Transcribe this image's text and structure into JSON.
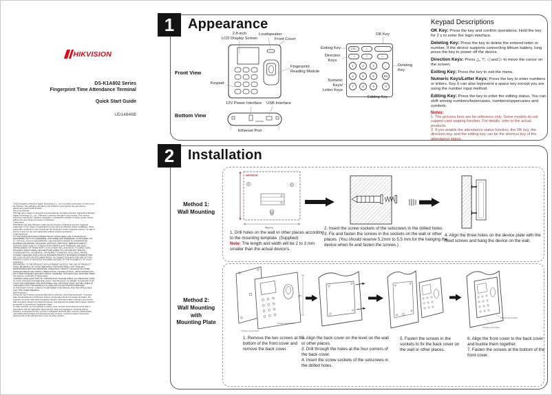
{
  "sidebar": {
    "brand": "HIKVISION",
    "brand_color": "#e30613",
    "series": "DS-K1A802 Series",
    "product": "Fingerprint Time Attendance Terminal",
    "doc_title": "Quick Start Guide",
    "doc_code": "UD14846B",
    "legal": "©2020 Hangzhou Hikvision Digital Technology Co., Ltd. It includes instructions on how to use the Product. The software embodied in the Product is governed by the user license agreement covering that Product.\nAbout this Manual\nThis Manual is subject to domestic and international copyright protection. Hangzhou Hikvision Digital Technology Co., Ltd. (\"Hikvision\") reserves all rights to this manual. This manual cannot be reproduced, changed, translated, or distributed, partially or wholly, by any means, without the prior written permission of Hikvision.\nTrademarks\nHIKVISION and other Hikvision marks are the property of Hikvision and are registered trademarks or the subject of applications for the same by Hikvision and/or its affiliates. Other trademarks mentioned in this manual are the properties of their respective owners. No right of license is given to use such trademarks without express permission.\nLegal Disclaimer\nTO THE MAXIMUM EXTENT PERMITTED BY APPLICABLE LAW, THE PRODUCT DESCRIBED, WITH ITS HARDWARE, SOFTWARE AND FIRMWARE, IS PROVIDED \"AS IS\", WITH ALL FAULTS AND ERRORS, AND HIKVISION MAKES NO WARRANTIES, EXPRESS OR IMPLIED, INCLUDING WITHOUT LIMITATION, MERCHANTABILITY, SATISFACTORY QUALITY, FITNESS FOR A PARTICULAR PURPOSE, AND NON-INFRINGEMENT OF THIRD PARTY. IN NO EVENT WILL HIKVISION, ITS DIRECTORS, OFFICERS, EMPLOYEES, OR AGENTS BE LIABLE TO YOU FOR ANY SPECIAL, CONSEQUENTIAL, INCIDENTAL, OR INDIRECT DAMAGES, INCLUDING, AMONG OTHERS, DAMAGES FOR LOSS OF BUSINESS PROFITS, BUSINESS INTERRUPTION, OR LOSS OF DATA OR DOCUMENTATION, IN CONNECTION WITH THE USE OF THIS PRODUCT, EVEN IF HIKVISION HAS BEEN ADVISED OF THE POSSIBILITY OF SUCH DAMAGES.\nREGARDING TO THE PRODUCT WITH INTERNET ACCESS, THE USE OF PRODUCT SHALL BE WHOLLY AT YOUR OWN RISKS. HIKVISION SHALL NOT TAKE ANY RESPONSIBILITIES FOR ABNORMAL OPERATION, PRIVACY LEAKAGE OR OTHER DAMAGES RESULTING FROM CYBER ATTACK, HACKER ATTACK, VIRUS INSPECTION, OR OTHER INTERNET SECURITY RISKS; HOWEVER, HIKVISION WILL PROVIDE TIMELY TECHNICAL SUPPORT IF REQUIRED.\nSURVEILLANCE LAWS VARY BY JURISDICTION. PLEASE CHECK ALL RELEVANT LAWS IN YOUR JURISDICTION BEFORE USING THIS PRODUCT IN ORDER TO ENSURE THAT YOUR USE CONFORMS THE APPLICABLE LAW. HIKVISION SHALL NOT BE LIABLE IN THE EVENT THAT THIS PRODUCT IS USED WITH ILLEGITIMATE PURPOSES.\nIN THE EVENT OF ANY CONFLICTS BETWEEN THIS MANUAL AND THE APPLICABLE LAW, THE LATER PREVAILS.\nData Protection\nDuring the use of device, personal data will be collected, stored and processed. To protect data, the development of Hikvision devices incorporates privacy by design principles. For example, for device with facial recognition features, biometrics data is stored in your device with encryption method; for fingerprint device, only fingerprint template will be saved, which is impossible to reconstruct a fingerprint image.\nAs data controller, you are advised to collect, store, process and protect personal data in accordance with the applicable data protection laws and regulations, including without limitation, conducting security controls to safeguard personal data, such as, implementing reasonable administrative and physical security controls, conduct periodic reviews and assessments of the effectiveness of your security controls."
  },
  "appearance": {
    "number": "1",
    "title": "Appearance",
    "front_view": "Front View",
    "bottom_view": "Bottom View",
    "labels": {
      "lcd": "2.8-inch\nLCD Display Screen",
      "loudspeaker": "Loudspeaker",
      "front_cover": "Front Cover",
      "fingerprint": "Fingerprint\nReading Module",
      "keypad": "Keypad",
      "power": "12V Power Interface",
      "usb": "USB Interface",
      "ethernet": "Ethernet Port"
    },
    "keypad": {
      "keys": [
        "ESC",
        "△",
        "",
        "◁",
        "▽",
        "▷",
        "1",
        "2",
        "3",
        "←",
        "4",
        "5",
        "6",
        "EN",
        "7",
        "8",
        "9",
        "0"
      ],
      "labels": {
        "ok": "OK Key",
        "exiting": "Exiting Key",
        "direction": "Direction\nKeys",
        "deleting": "Deleting\nKey",
        "numeric": "Numeric Keys/\nLetter Keys",
        "editing": "Editing Key"
      }
    },
    "descriptions": {
      "heading": "Keypad Descriptions",
      "items": [
        {
          "term": "OK Key:",
          "text": "Press the key and confirm operations. Hold the key for 2 s to enter the login interface."
        },
        {
          "term": "Deleting Key:",
          "text": "Press the key to delete the entered letter or number. If the device supports connecting lithium battery, long press the key to power off the device."
        },
        {
          "term": "Direction Keys:",
          "text": "Press △, ▽, ◁ and ▷ to move the cursor on the screen."
        },
        {
          "term": "Exiting Key:",
          "text": "Press the key to exit the menu."
        },
        {
          "term": "Numeric Keys/Letter Keys:",
          "text": "Press the key to enter numbers or letters. Key 0 can also represent a space key except you are using the number input method."
        },
        {
          "term": "Editing Key:",
          "text": "Press the key to enter the editing status. You can shift among numbers/lowercases, numbers/uppercases and symbols."
        }
      ],
      "notes_heading": "Notes:",
      "notes": "1. The pictures here are for reference only. Some models do not support card swiping function. For details, refer to the actual products.\n2. If you enable the attendance status function, the OK key, the direction key, and the editing key can be the shortcut key of the attendance status."
    }
  },
  "installation": {
    "number": "2",
    "title": "Installation",
    "method1": {
      "label": "Method 1:\nWall Mounting",
      "template_brand": "HIKVISION",
      "dim_bottom": "98(mm)",
      "step1": "1. Drill holes on the wall or other places according to the mounting template. (Supplied)",
      "note_label": "Note:",
      "note_text": "The length and width will be 2 to 3 mm smaller than the actual device's.",
      "steps23": "2. Insert the screw sockets of the setscrews in the drilled holes.\n3. Fix and fasten the screws in the sockets on the wall or other places. (You should reserve 5.2mm to 5.5 mm for the hanging the device when fix and fasten the screws.)",
      "step4": "4. Align the three holes on the device plate with the fixed screws and hang the device on the wall."
    },
    "method2": {
      "label": "Method 2:\nWall Mounting\nwith\nMounting Plate",
      "dim": "140",
      "annotation": "Tamper-proof button",
      "col1": "1. Remove the two screws at the bottom of the front cover and remove the back cover.",
      "col2": "2. Align the back cover on the level on the wall or other places.\n3. Drill through the holes at the four corners of the back cover.\n4. Insert the screw sockets of the setscrews in the drilled holes.",
      "col3": "5. Fasten the screws in the sockets to fix the back cover on the wall or other places.",
      "col4": "6. Align the front cover to the back cover and buckle them together.\n7. Fasten the screws at the bottom of the front cover."
    }
  }
}
